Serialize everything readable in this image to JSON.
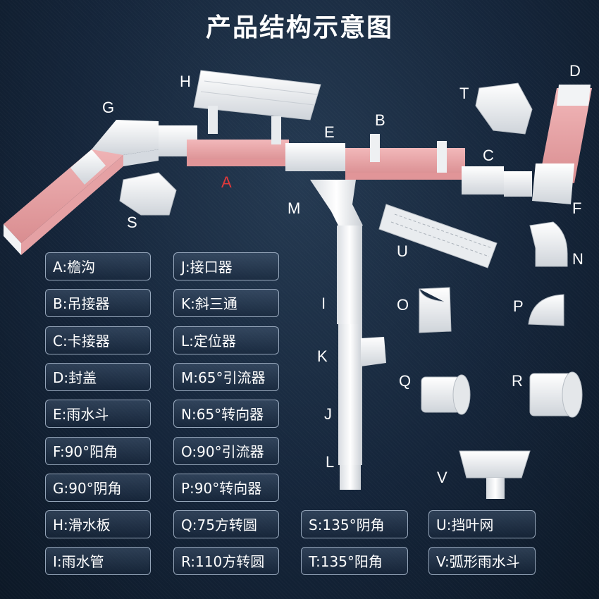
{
  "title": "产品结构示意图",
  "colors": {
    "accent_red": "#e0393b",
    "gutter_pink": "#eaa0a3",
    "pvc_white": "#f2f3f5"
  },
  "part_letters": {
    "A": "A",
    "B": "B",
    "C": "C",
    "D": "D",
    "E": "E",
    "F": "F",
    "G": "G",
    "H": "H",
    "I": "I",
    "J": "J",
    "K": "K",
    "L": "L",
    "M": "M",
    "N": "N",
    "O": "O",
    "P": "P",
    "Q": "Q",
    "R": "R",
    "S": "S",
    "T": "T",
    "U": "U",
    "V": "V"
  },
  "legend": [
    {
      "id": "A",
      "text": "A:檐沟"
    },
    {
      "id": "B",
      "text": "B:吊接器"
    },
    {
      "id": "C",
      "text": "C:卡接器"
    },
    {
      "id": "D",
      "text": "D:封盖"
    },
    {
      "id": "E",
      "text": "E:雨水斗"
    },
    {
      "id": "F",
      "text": "F:90°阳角"
    },
    {
      "id": "G",
      "text": "G:90°阴角"
    },
    {
      "id": "H",
      "text": "H:滑水板"
    },
    {
      "id": "I",
      "text": "I:雨水管"
    },
    {
      "id": "J",
      "text": "J:接口器"
    },
    {
      "id": "K",
      "text": "K:斜三通"
    },
    {
      "id": "L",
      "text": "L:定位器"
    },
    {
      "id": "M",
      "text": "M:65°引流器"
    },
    {
      "id": "N",
      "text": "N:65°转向器"
    },
    {
      "id": "O",
      "text": "O:90°引流器"
    },
    {
      "id": "P",
      "text": "P:90°转向器"
    },
    {
      "id": "Q",
      "text": "Q:75方转圆"
    },
    {
      "id": "R",
      "text": "R:110方转圆"
    },
    {
      "id": "S",
      "text": "S:135°阴角"
    },
    {
      "id": "T",
      "text": "T:135°阳角"
    },
    {
      "id": "U",
      "text": "U:挡叶网"
    },
    {
      "id": "V",
      "text": "V:弧形雨水斗"
    }
  ]
}
